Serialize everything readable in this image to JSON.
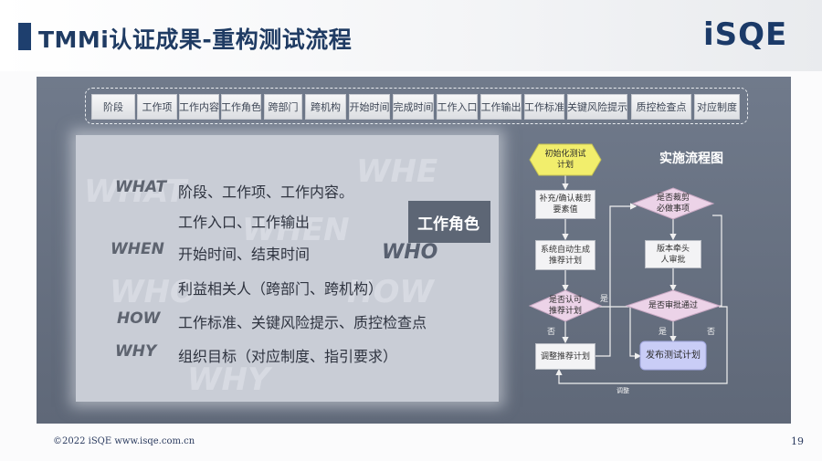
{
  "slide": {
    "title": "TMMi认证成果-重构测试流程",
    "logo": "iSQE",
    "footer": "©2022  iSQE   www.isqe.com.cn",
    "page_number": "19"
  },
  "tabs": [
    "阶段",
    "工作项",
    "工作内容",
    "工作角色",
    "跨部门",
    "跨机构",
    "开始时间",
    "完成时间",
    "工作入口",
    "工作输出",
    "工作标准",
    "关键风险提示",
    "质控检查点",
    "对应制度"
  ],
  "card": {
    "background_words": [
      "WHAT",
      "WHE",
      "WHEN",
      "WHO",
      "HOW",
      "WHY"
    ],
    "rows": [
      {
        "key": "WHAT",
        "text": "阶段、工作项、工作内容。"
      },
      {
        "key": "",
        "text": "工作入口、工作输出"
      },
      {
        "key": "WHEN",
        "text": "开始时间、结束时间"
      },
      {
        "key": "",
        "text": "利益相关人（跨部门、跨机构）"
      },
      {
        "key": "HOW",
        "text": "工作标准、关键风险提示、质控检查点"
      },
      {
        "key": "WHY",
        "text": "组织目标（对应制度、指引要求）"
      }
    ],
    "who_key": "WHO",
    "role_label": "工作角色"
  },
  "flow": {
    "title": "实施流程图",
    "start": "初始化测试\n计划",
    "step1": "补充/确认裁剪\n要素值",
    "step2": "系统自动生成\n推荐计划",
    "decision1": "是否认可\n推荐计划",
    "step3": "调整推荐计划",
    "decision2": "是否裁剪\n必做事项",
    "step4": "版本牵头\n人审批",
    "decision3": "是否审批通过",
    "publish": "发布测试计划",
    "yes": "是",
    "no": "否",
    "adjust_label": "调整",
    "colors": {
      "start": "#f2ee6c",
      "decision": "#ecd3e8",
      "publish": "#c9cdf6"
    }
  }
}
